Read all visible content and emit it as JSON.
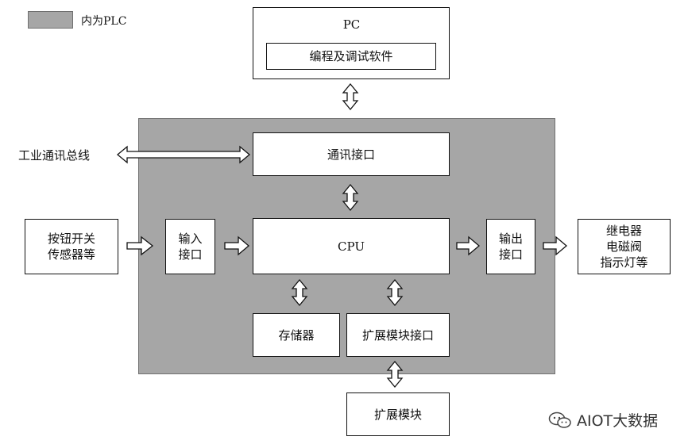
{
  "legend": {
    "label": "内为PLC"
  },
  "pc": {
    "title": "PC",
    "software": "编程及调试软件"
  },
  "industrial_bus": "工业通讯总线",
  "comm_interface": "通讯接口",
  "cpu": "CPU",
  "input_devices": [
    "按钮开关",
    "传感器等"
  ],
  "input_interface": [
    "输入",
    "接口"
  ],
  "output_interface": [
    "输出",
    "接口"
  ],
  "output_devices": [
    "继电器",
    "电磁阀",
    "指示灯等"
  ],
  "storage": "存储器",
  "expansion_interface": "扩展模块接口",
  "expansion_module": "扩展模块",
  "watermark": "AIOT大数据",
  "colors": {
    "plc_fill": "#a6a6a6",
    "border": "#111111",
    "box_fill": "#ffffff"
  }
}
